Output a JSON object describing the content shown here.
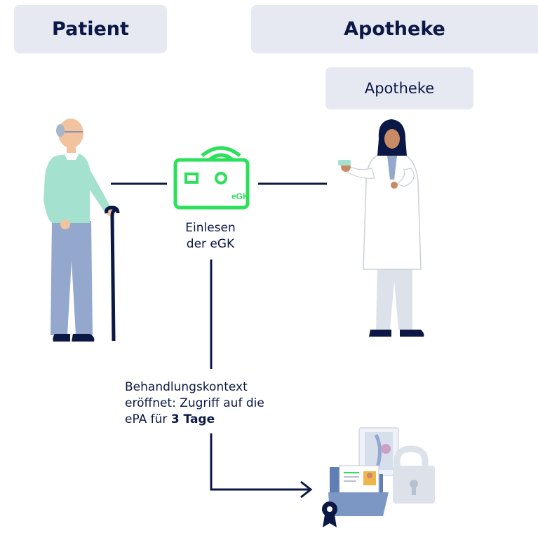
{
  "headers": {
    "patient": "Patient",
    "apotheke": "Apotheke"
  },
  "subheader": {
    "apotheke": "Apotheke"
  },
  "card": {
    "label": "eGK",
    "caption_line1": "Einlesen",
    "caption_line2": "der eGK"
  },
  "context": {
    "line1": "Behandlungskontext",
    "line2": "eröffnet: Zugriff auf die",
    "line3_prefix": "ePA für ",
    "line3_bold": "3 Tage"
  },
  "colors": {
    "navy": "#0b1845",
    "green": "#2be05a",
    "header_bg": "#e6e9f1"
  },
  "icons": [
    "patient-figure",
    "egk-card-reader-icon",
    "pharmacist-figure",
    "epa-records-icon"
  ]
}
